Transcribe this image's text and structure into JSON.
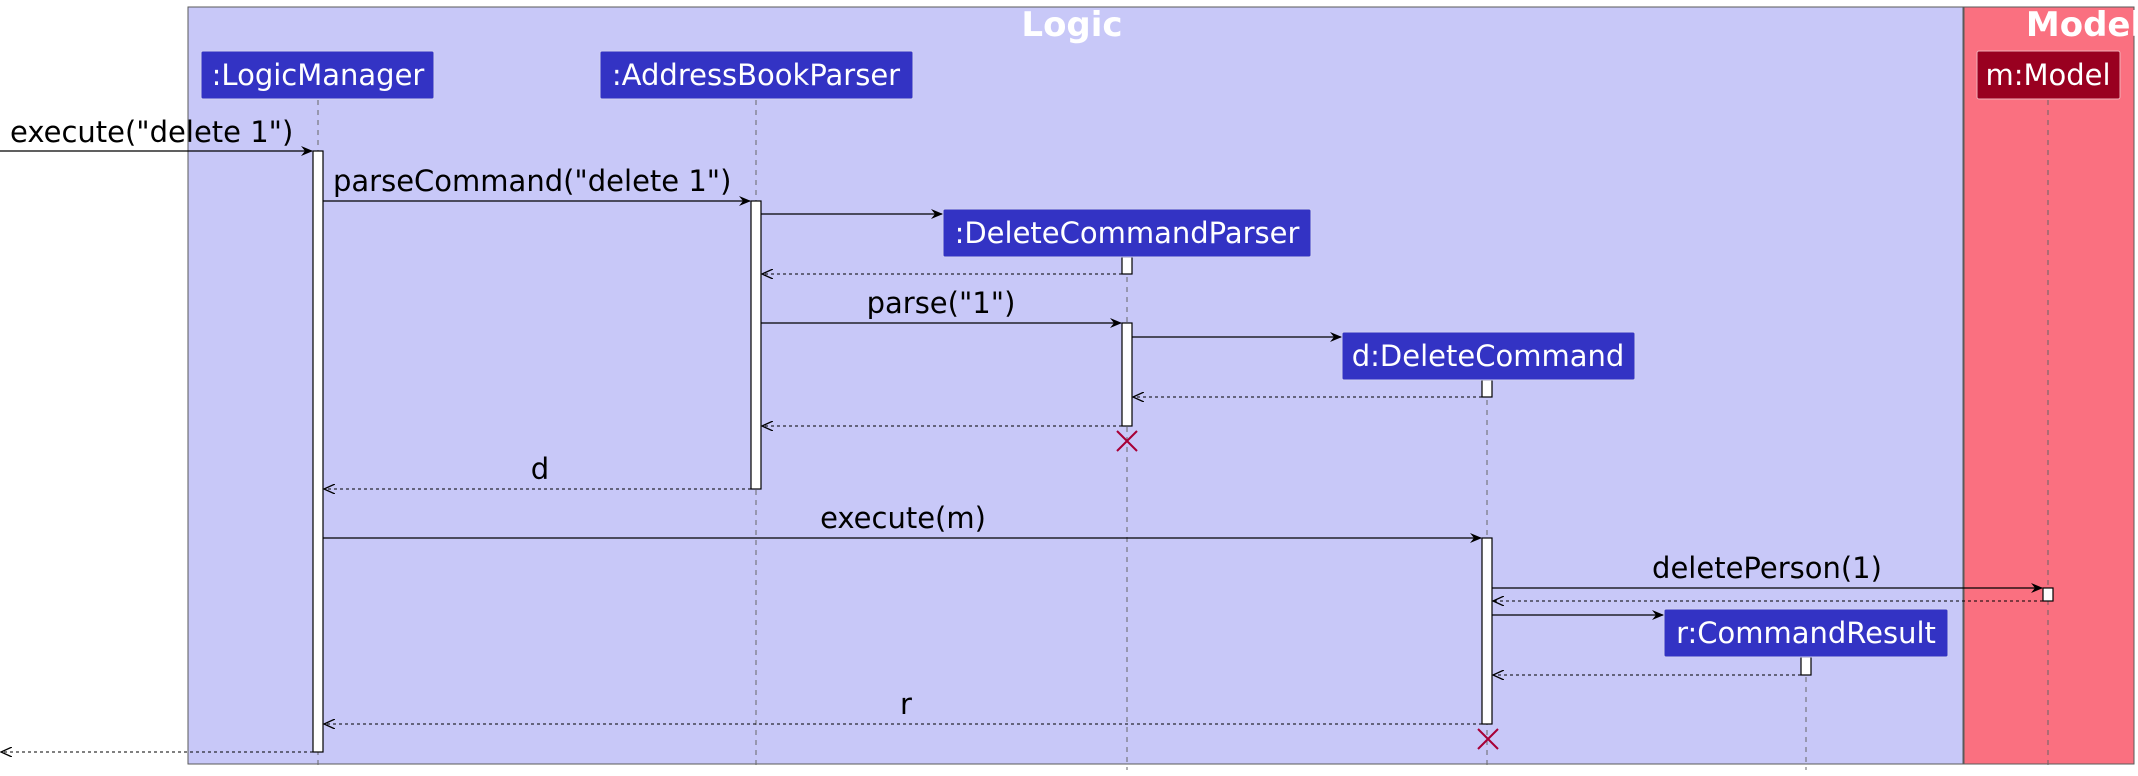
{
  "groups": [
    {
      "id": "logic",
      "title": "Logic"
    },
    {
      "id": "model",
      "title": "Model"
    }
  ],
  "participants": [
    {
      "id": "lm",
      "label": ":LogicManager"
    },
    {
      "id": "abp",
      "label": ":AddressBookParser"
    },
    {
      "id": "dcp",
      "label": ":DeleteCommandParser"
    },
    {
      "id": "dc",
      "label": "d:DeleteCommand"
    },
    {
      "id": "cr",
      "label": "r:CommandResult"
    },
    {
      "id": "m",
      "label": "m:Model"
    }
  ],
  "messages": [
    {
      "label": "execute(\"delete 1\")"
    },
    {
      "label": "parseCommand(\"delete 1\")"
    },
    {
      "label": "parse(\"1\")"
    },
    {
      "label": "d"
    },
    {
      "label": "execute(m)"
    },
    {
      "label": "deletePerson(1)"
    },
    {
      "label": "r"
    }
  ],
  "colors": {
    "logic_fill": "#c8c8f8",
    "model_fill": "#fa7080",
    "participant_fill": "#3333c4",
    "model_participant_fill": "#990020",
    "destroy_mark": "#a80036",
    "group_title": "#ffffff",
    "text": "#000000"
  },
  "icons": {
    "destroy": "x-mark"
  }
}
